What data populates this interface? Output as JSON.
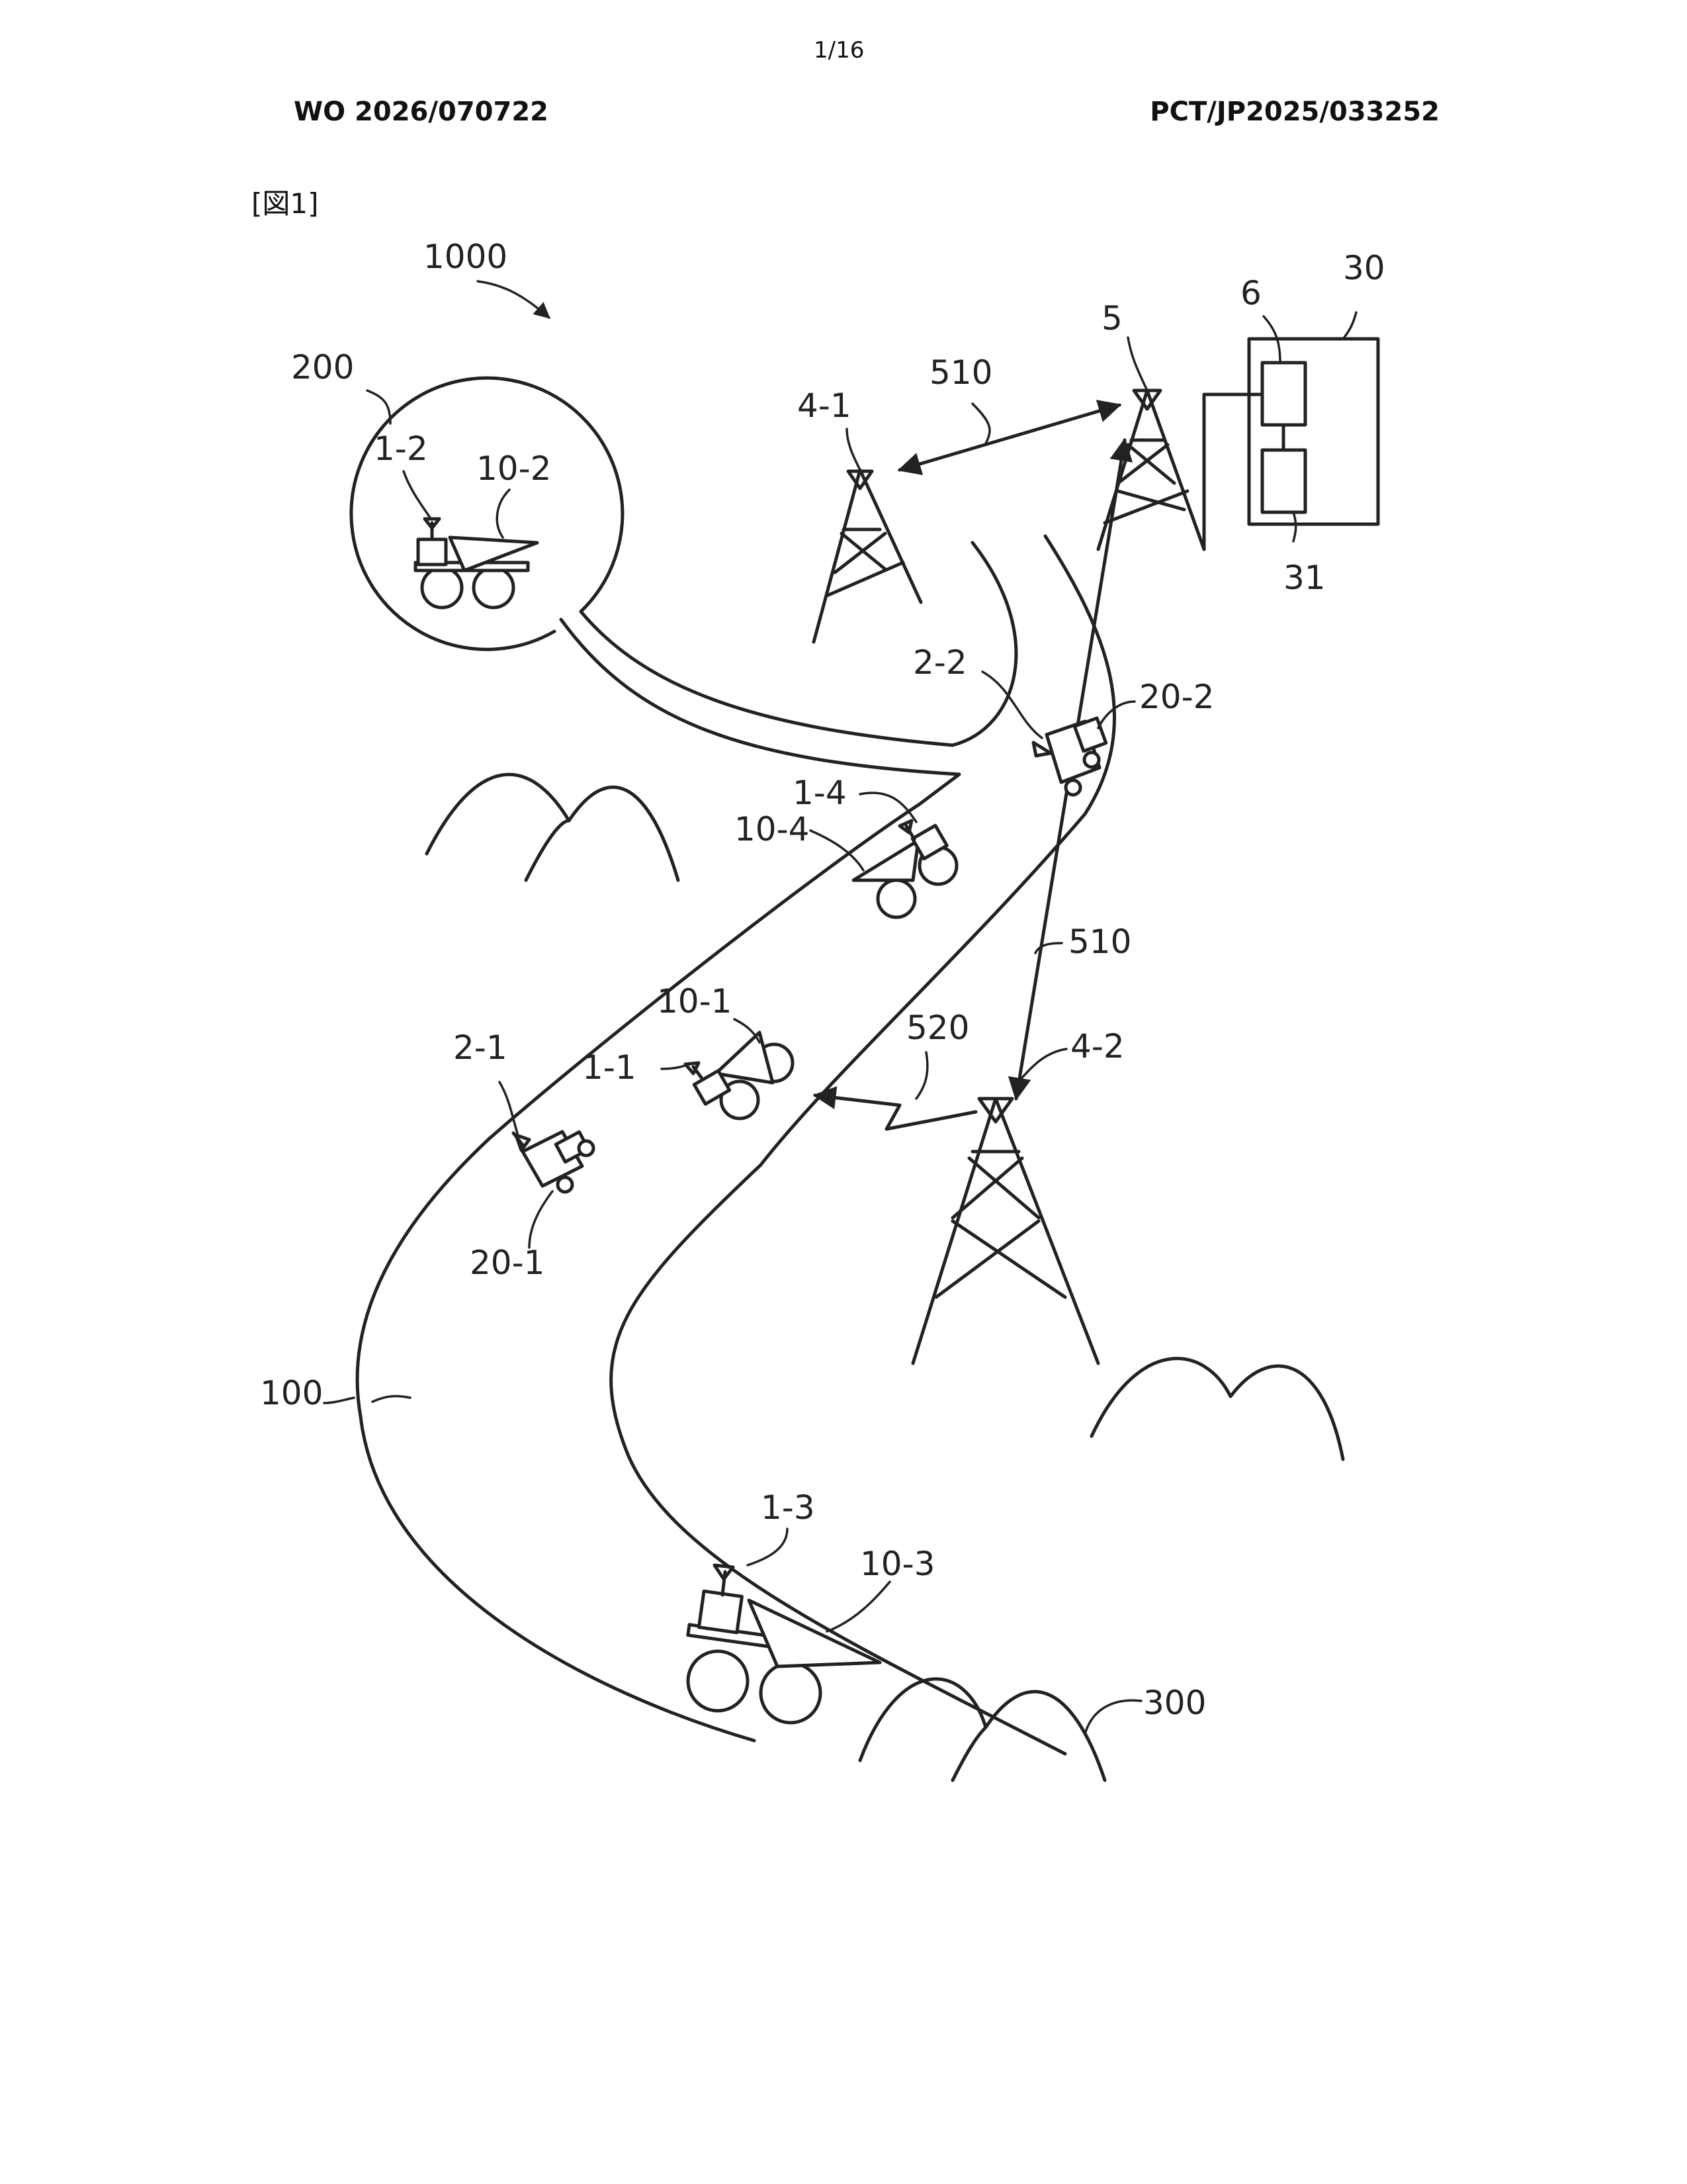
{
  "header": {
    "page_number": "1/16",
    "publication_number": "WO 2026/070722",
    "application_number": "PCT/JP2025/033252"
  },
  "figure": {
    "label": "[図1]",
    "reference_labels": {
      "system": "1000",
      "area_200": "200",
      "road_100": "100",
      "mountain_300": "300",
      "server_30": "30",
      "unit_6": "6",
      "unit_31": "31",
      "tower_5": "5",
      "tower_4_1": "4-1",
      "tower_4_2": "4-2",
      "link_510_top": "510",
      "link_510_mid": "510",
      "link_520": "520",
      "truck_10_1": "10-1",
      "truck_10_2": "10-2",
      "truck_10_3": "10-3",
      "truck_10_4": "10-4",
      "antenna_1_1": "1-1",
      "antenna_1_2": "1-2",
      "antenna_1_3": "1-3",
      "antenna_1_4": "1-4",
      "vehicle_20_1": "20-1",
      "vehicle_20_2": "20-2",
      "antenna_2_1": "2-1",
      "antenna_2_2": "2-2"
    }
  }
}
